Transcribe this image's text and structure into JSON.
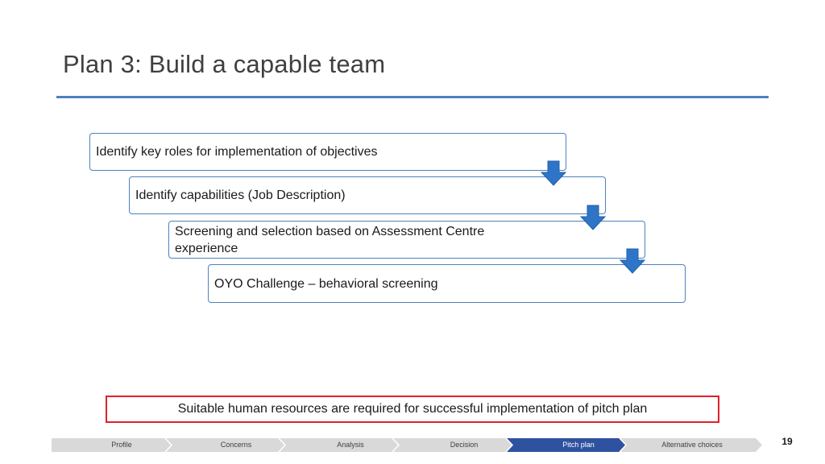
{
  "slide": {
    "title": "Plan 3: Build a capable team",
    "page_number": "19"
  },
  "steps": [
    {
      "label": "Identify key roles for implementation of objectives"
    },
    {
      "label": "Identify capabilities (Job Description)"
    },
    {
      "label": "Screening and selection based on Assessment Centre experience"
    },
    {
      "label": "OYO Challenge – behavioral screening"
    }
  ],
  "callout": {
    "text": "Suitable human resources are required for successful implementation of pitch plan"
  },
  "nav": {
    "items": [
      {
        "label": "Profile"
      },
      {
        "label": "Concerns"
      },
      {
        "label": "Analysis"
      },
      {
        "label": "Decision"
      },
      {
        "label": "Pitch plan",
        "active": true
      },
      {
        "label": "Alternative choices"
      }
    ]
  },
  "colors": {
    "accent": "#4f81bd",
    "arrow": "#2e75c8",
    "callout_border": "#e0202a",
    "nav_inactive": "#d9d9d9",
    "nav_active": "#2f52a0"
  }
}
